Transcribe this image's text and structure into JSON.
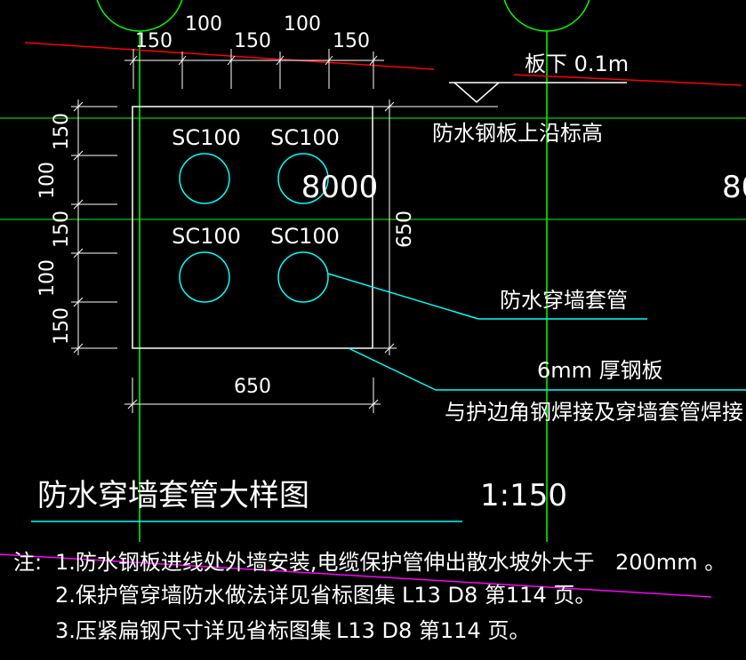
{
  "colors": {
    "background": "#000000",
    "axis": "#00ff00",
    "cyan": "#00ffff",
    "red_line": "#ff0000",
    "magenta_line": "#ff00ff",
    "text": "#ffffff"
  },
  "dims_top": [
    "150",
    "100",
    "150",
    "100",
    "150"
  ],
  "dims_left": [
    "150",
    "100",
    "150",
    "100",
    "150"
  ],
  "dim_right": "650",
  "dim_bottom": "650",
  "pipe_labels": [
    "SC100",
    "SC100",
    "SC100",
    "SC100"
  ],
  "axis_dim_a": "8000",
  "axis_dim_b": "80",
  "level_text": "板下 0.1m",
  "labels": {
    "plate_top": "防水钢板上沿标高",
    "sleeve": "防水穿墙套管",
    "plate_thk": "6mm  厚钢板",
    "weld": "与护边角钢焊接及穿墙套管焊接"
  },
  "title": "防水穿墙套管大样图",
  "scale": "1:150",
  "notes": {
    "prefix": "注:",
    "line1": "1.防水钢板进线处外墙安装,电缆保护管伸出散水坡外大于",
    "line1_value": "200mm  。",
    "line2": "2.保护管穿墙防水做法详见省标图集",
    "line2_ref": "L13 D8  第114  页。",
    "line3": "3.压紧扁钢尺寸详见省标图集",
    "line3_ref": "L13 D8 第114 页。"
  }
}
